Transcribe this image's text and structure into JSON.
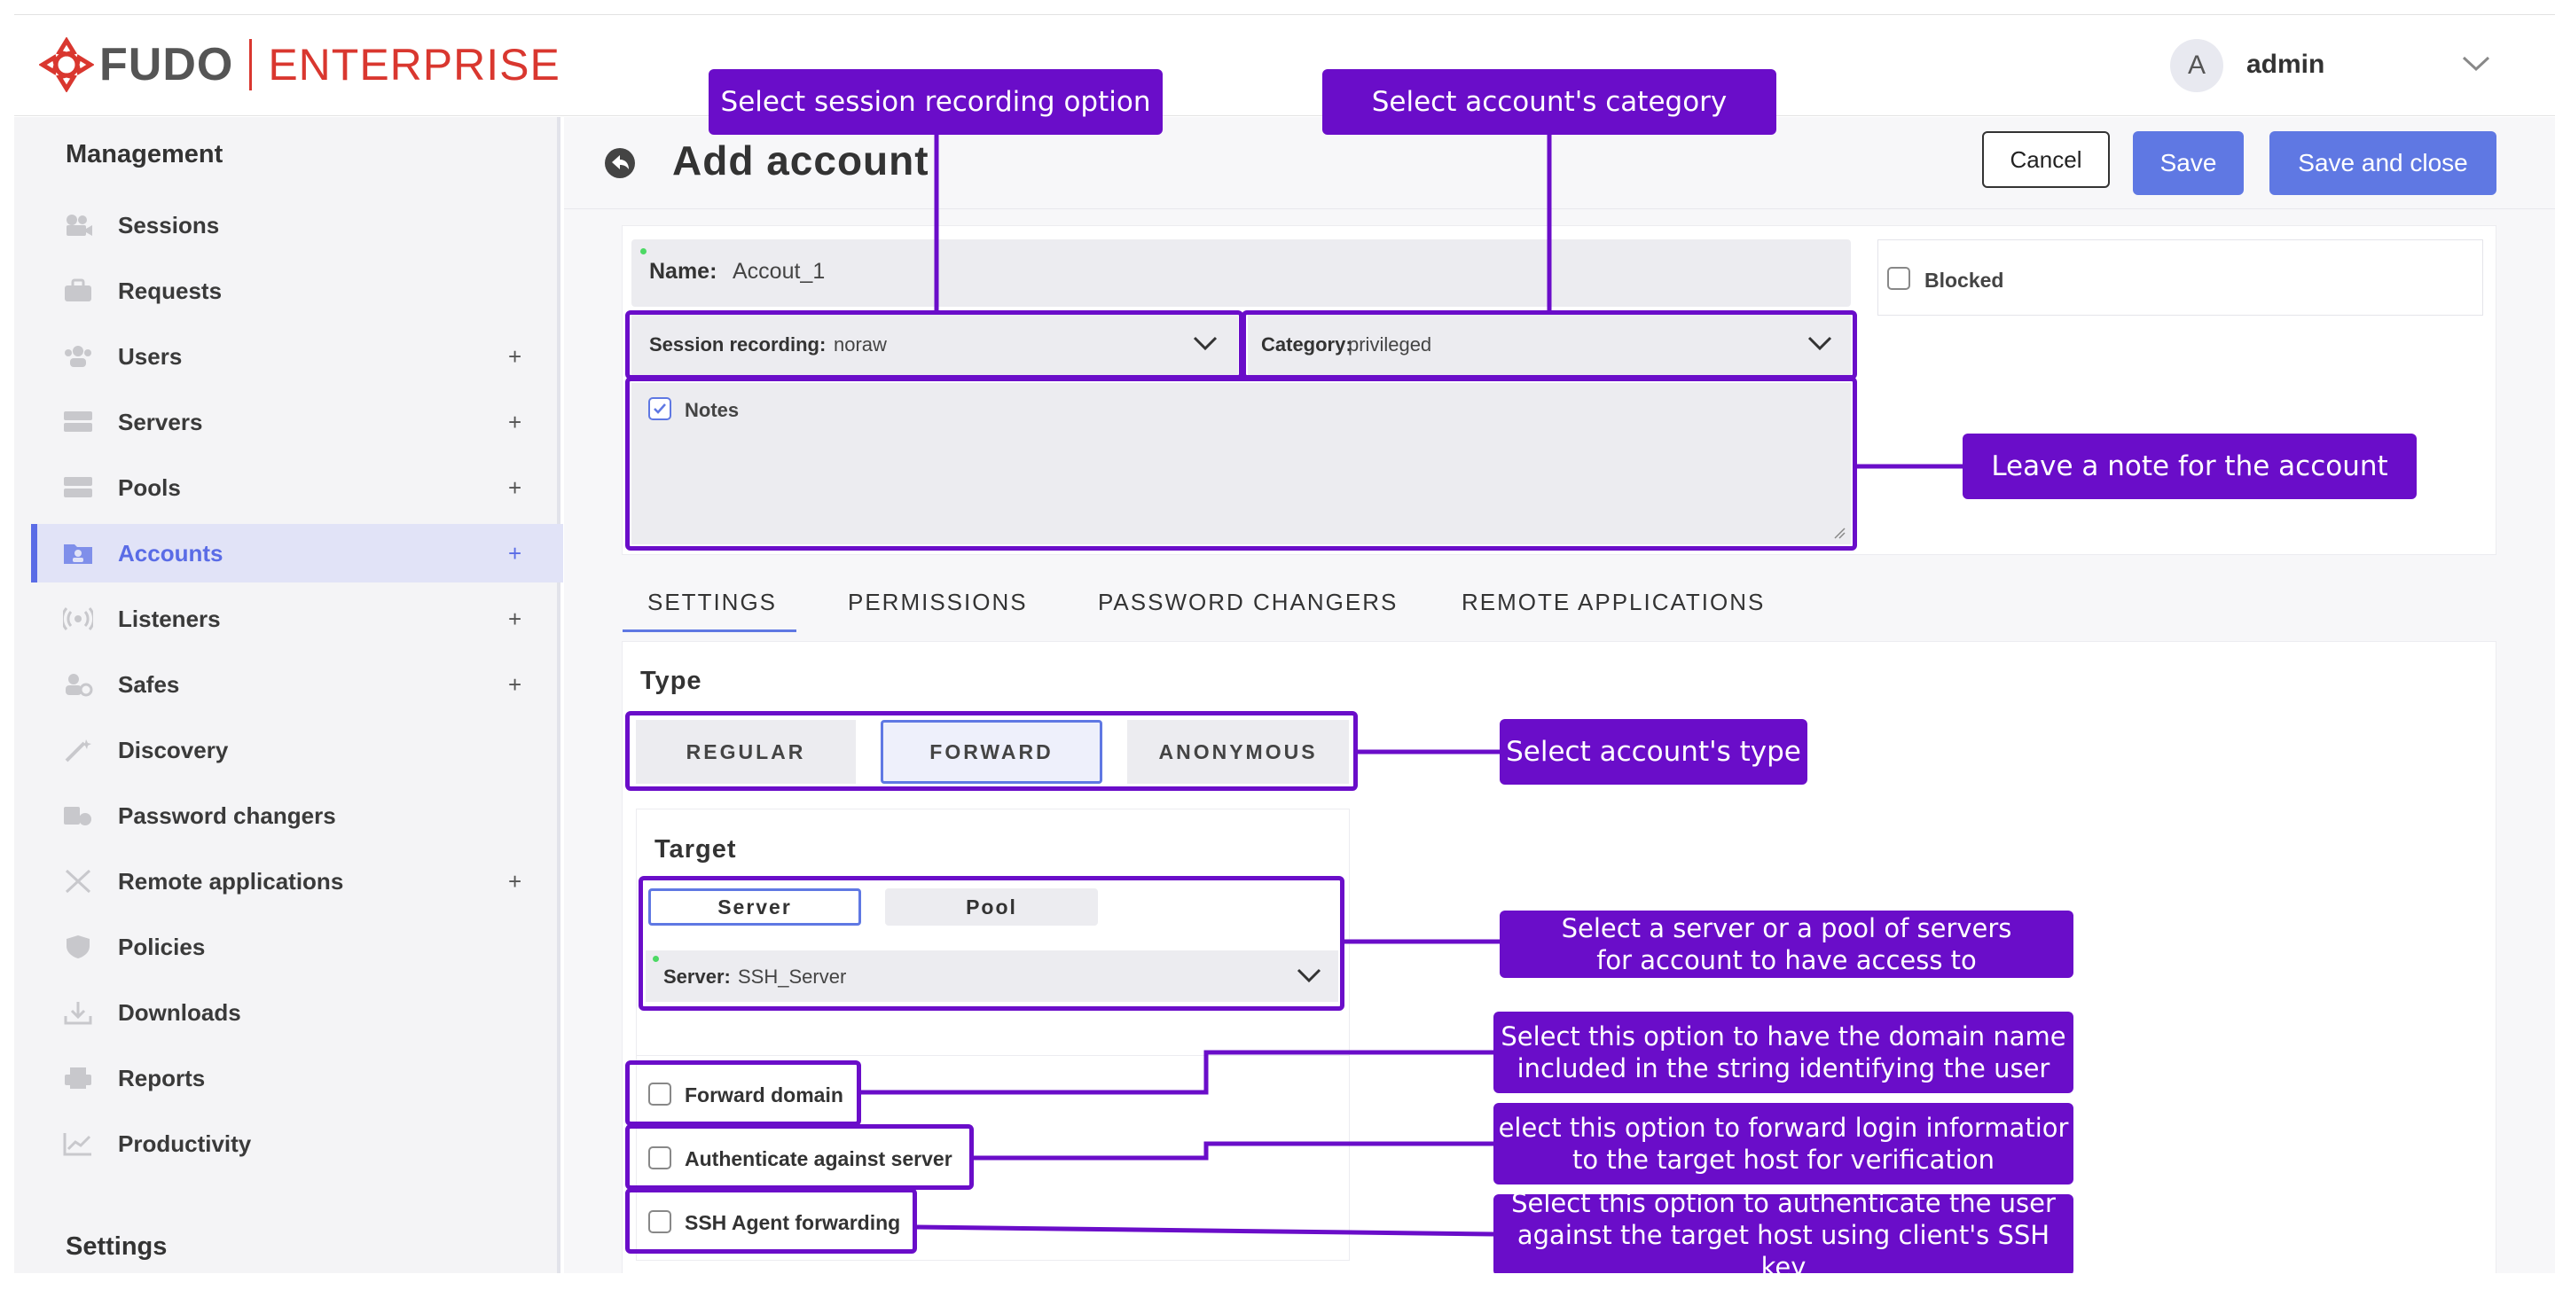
{
  "brand": {
    "name": "FUDO",
    "product": "ENTERPRISE"
  },
  "user": {
    "initial": "A",
    "name": "admin"
  },
  "sidebar": {
    "management_title": "Management",
    "items": [
      {
        "label": "Sessions",
        "plus": "",
        "icon": "video-camera-icon"
      },
      {
        "label": "Requests",
        "plus": "",
        "icon": "briefcase-icon"
      },
      {
        "label": "Users",
        "plus": "+",
        "icon": "users-icon"
      },
      {
        "label": "Servers",
        "plus": "+",
        "icon": "server-icon"
      },
      {
        "label": "Pools",
        "plus": "+",
        "icon": "pool-icon"
      },
      {
        "label": "Accounts",
        "plus": "+",
        "icon": "account-folder-icon",
        "active": true
      },
      {
        "label": "Listeners",
        "plus": "+",
        "icon": "broadcast-icon"
      },
      {
        "label": "Safes",
        "plus": "+",
        "icon": "safe-icon"
      },
      {
        "label": "Discovery",
        "plus": "",
        "icon": "wand-icon"
      },
      {
        "label": "Password changers",
        "plus": "",
        "icon": "password-changer-icon"
      },
      {
        "label": "Remote applications",
        "plus": "+",
        "icon": "remote-app-icon"
      },
      {
        "label": "Policies",
        "plus": "",
        "icon": "shield-icon"
      },
      {
        "label": "Downloads",
        "plus": "",
        "icon": "download-icon"
      },
      {
        "label": "Reports",
        "plus": "",
        "icon": "printer-icon"
      },
      {
        "label": "Productivity",
        "plus": "",
        "icon": "chart-icon"
      }
    ],
    "settings_title": "Settings"
  },
  "page": {
    "title": "Add account"
  },
  "actions": {
    "cancel": "Cancel",
    "save": "Save",
    "save_close": "Save and close"
  },
  "form": {
    "name_label": "Name:",
    "name_value": "Accout_1",
    "blocked_label": "Blocked",
    "session_label": "Session recording:",
    "session_value": "noraw",
    "category_label": "Category:",
    "category_value": "privileged",
    "notes_label": "Notes"
  },
  "tabs": [
    "SETTINGS",
    "PERMISSIONS",
    "PASSWORD CHANGERS",
    "REMOTE APPLICATIONS"
  ],
  "settings": {
    "type_title": "Type",
    "types": [
      "REGULAR",
      "FORWARD",
      "ANONYMOUS"
    ],
    "selected_type": "FORWARD",
    "target_title": "Target",
    "target_options": [
      "Server",
      "Pool"
    ],
    "selected_target": "Server",
    "server_label": "Server:",
    "server_value": "SSH_Server",
    "options": [
      "Forward domain",
      "Authenticate against server",
      "SSH Agent forwarding"
    ]
  },
  "annotations": {
    "session": "Select session recording option",
    "category": "Select account's category",
    "note": "Leave a note for the account",
    "type": "Select account's type",
    "target": "Select a server or a pool of servers\nfor account to have access to",
    "forward_domain": "Select this option to have the domain name\nincluded in the string identifying the user",
    "authenticate": "elect this option to forward login informatior\nto the target host for verification",
    "ssh_agent": "Select this option to authenticate the user\nagainst the target host using client's SSH key"
  },
  "colors": {
    "accent": "#5f78e3",
    "annotation": "#6a0dc9",
    "brand": "#d9372f"
  }
}
